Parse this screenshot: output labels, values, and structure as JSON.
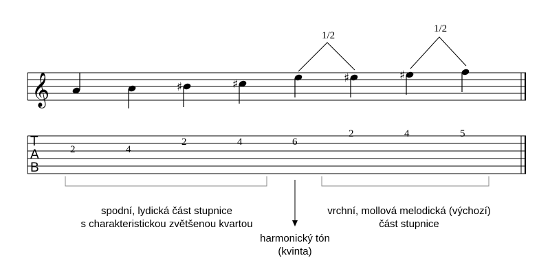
{
  "staff": {
    "clef": "treble-clef-icon",
    "tab_letters": [
      "T",
      "A",
      "B"
    ]
  },
  "notes": [
    {
      "accidental": "",
      "tab": "2"
    },
    {
      "accidental": "",
      "tab": "4"
    },
    {
      "accidental": "♯",
      "tab": "2"
    },
    {
      "accidental": "♯",
      "tab": "4"
    },
    {
      "accidental": "",
      "tab": "6"
    },
    {
      "accidental": "♯",
      "tab": "2"
    },
    {
      "accidental": "♯",
      "tab": "4"
    },
    {
      "accidental": "",
      "tab": "5"
    }
  ],
  "semitone_marks": [
    "1/2",
    "1/2"
  ],
  "captions": {
    "lower": {
      "line1": "spodní, lydická část stupnice",
      "line2": "s charakteristickou zvětšenou kvartou"
    },
    "harmonic": {
      "line1": "harmonický tón",
      "line2": "(kvinta)"
    },
    "upper": {
      "line1": "vrchní, mollová melodická (výchozí)",
      "line2": "část stupnice"
    }
  }
}
